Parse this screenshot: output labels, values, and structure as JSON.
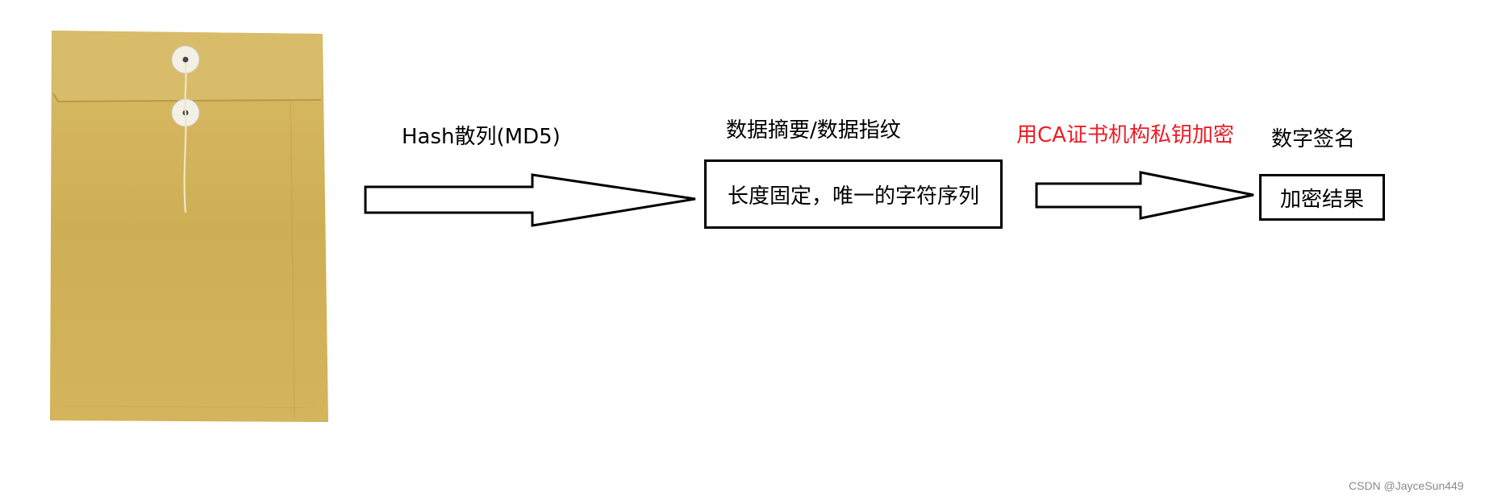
{
  "labels": {
    "hash_label": "Hash散列(MD5)",
    "digest_label": "数据摘要/数据指纹",
    "ca_label": "用CA证书机构私钥加密",
    "signature_label": "数字签名"
  },
  "boxes": {
    "digest_box_text": "长度固定，唯一的字符序列",
    "encrypted_box_text": "加密结果"
  },
  "watermark": "CSDN @JayceSun449",
  "colors": {
    "envelope": "#d2b25a",
    "envelope_flap": "#d9bc6a",
    "accent_red": "#ee1c25",
    "stroke": "#000000"
  }
}
